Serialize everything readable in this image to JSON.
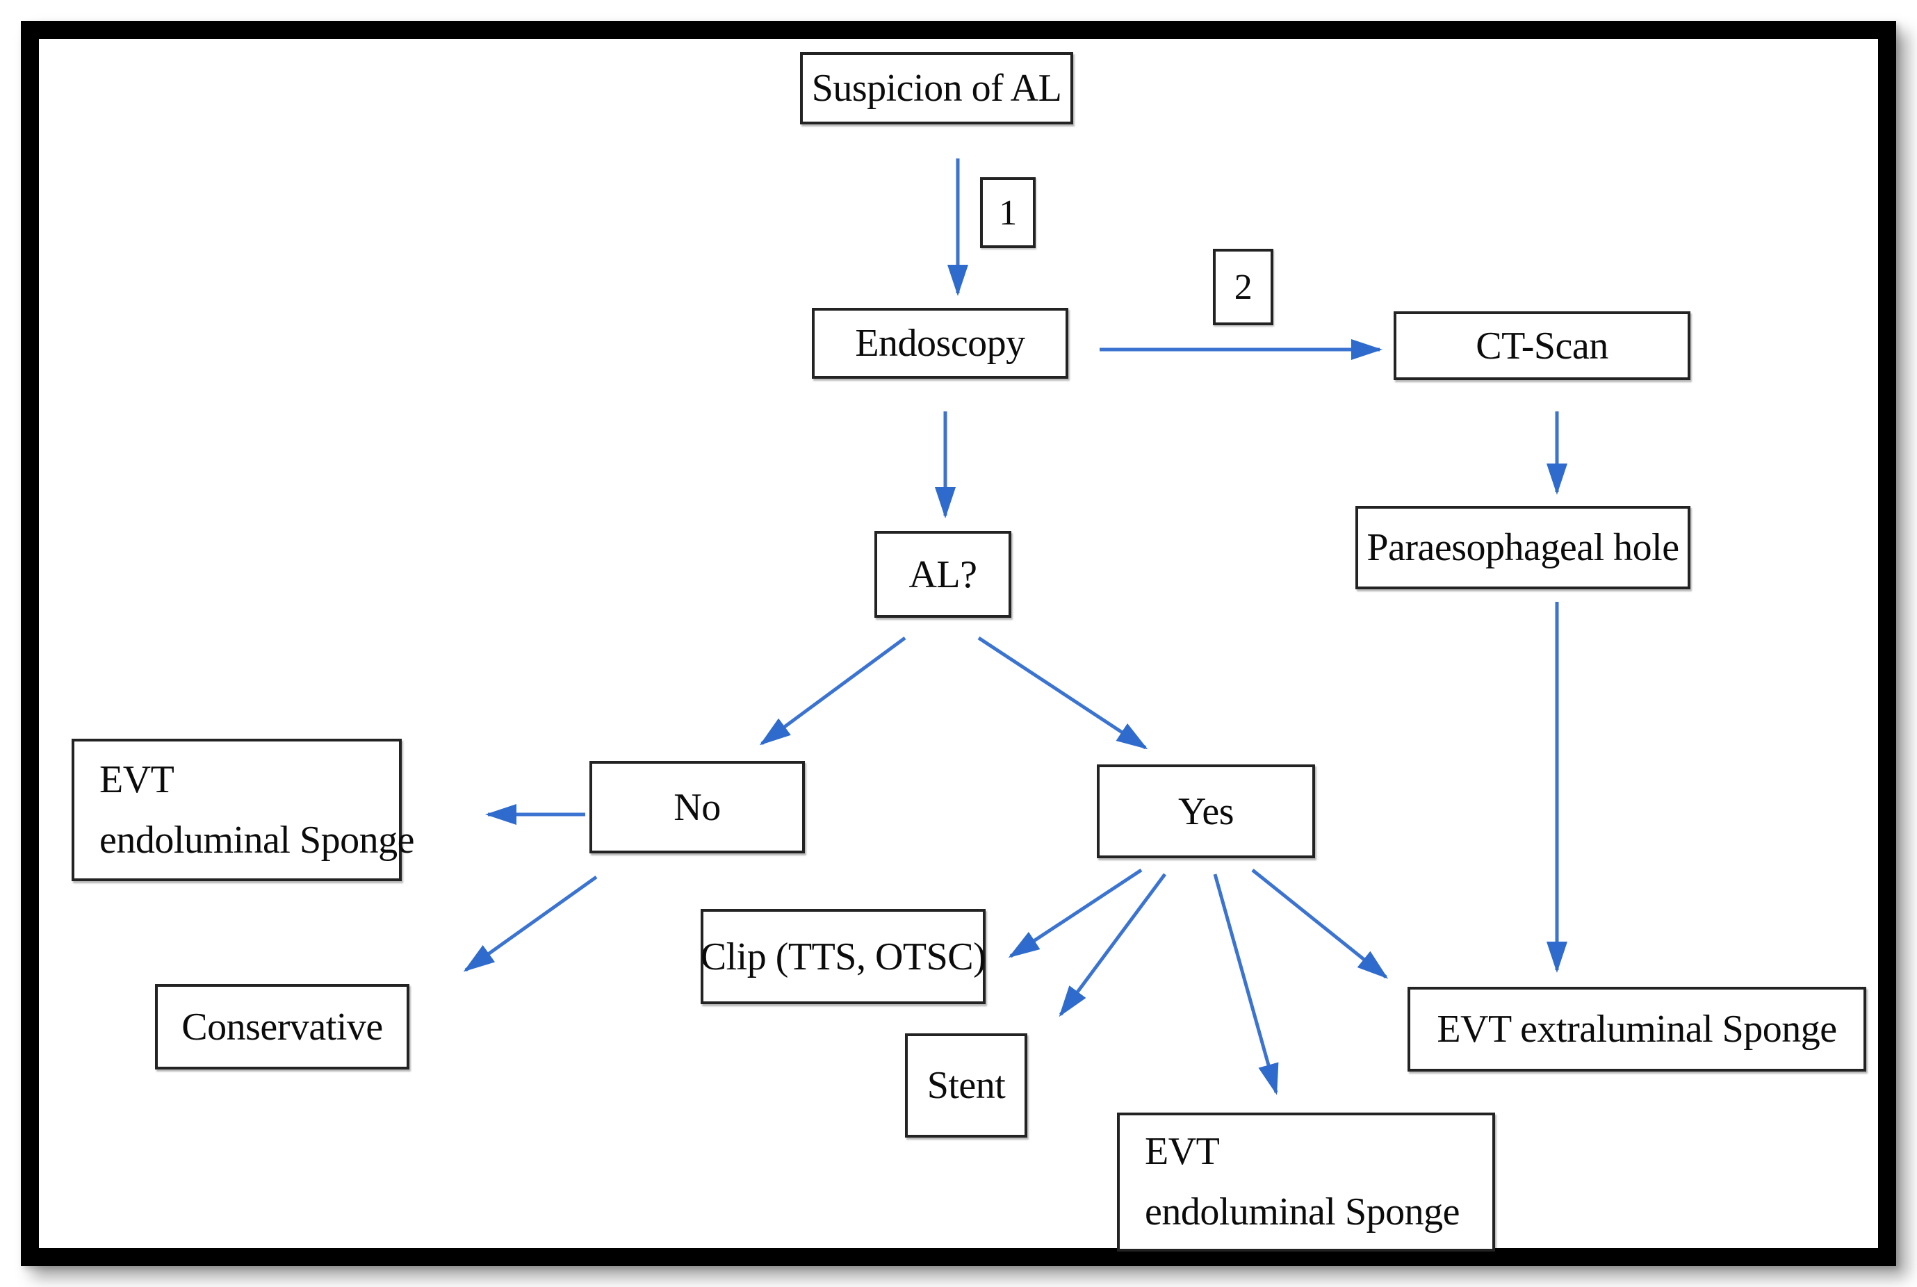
{
  "figure": {
    "type": "flowchart",
    "background_color": "#ffffff",
    "frame_color": "#000000",
    "arrow_color": "#3b73d1",
    "box_border_color": "#232323",
    "text_color": "#0b0b0b"
  },
  "nodes": {
    "suspicion": {
      "label": "Suspicion of AL"
    },
    "step1": {
      "label": "1"
    },
    "endoscopy": {
      "label": "Endoscopy"
    },
    "step2": {
      "label": "2"
    },
    "ctscan": {
      "label": "CT-Scan"
    },
    "paraesophageal": {
      "label": "Paraesophageal hole"
    },
    "al_question": {
      "label": "AL?"
    },
    "no": {
      "label": "No"
    },
    "yes": {
      "label": "Yes"
    },
    "evt_endoluminal_left": {
      "line1": "EVT",
      "line2": "endoluminal Sponge"
    },
    "conservative": {
      "label": "Conservative"
    },
    "clip": {
      "label": "Clip (TTS, OTSC)"
    },
    "stent": {
      "label": "Stent"
    },
    "evt_endoluminal_bottom": {
      "line1": "EVT",
      "line2": "endoluminal Sponge"
    },
    "evt_extraluminal": {
      "label": "EVT extraluminal Sponge"
    }
  },
  "edges": [
    {
      "from": "Suspicion of AL",
      "to": "Endoscopy",
      "label": "1"
    },
    {
      "from": "Endoscopy",
      "to": "CT-Scan",
      "label": "2"
    },
    {
      "from": "Endoscopy",
      "to": "AL?",
      "label": ""
    },
    {
      "from": "CT-Scan",
      "to": "Paraesophageal hole",
      "label": ""
    },
    {
      "from": "Paraesophageal hole",
      "to": "EVT extraluminal Sponge",
      "label": ""
    },
    {
      "from": "AL?",
      "to": "No",
      "label": ""
    },
    {
      "from": "AL?",
      "to": "Yes",
      "label": ""
    },
    {
      "from": "No",
      "to": "EVT endoluminal Sponge",
      "label": ""
    },
    {
      "from": "No",
      "to": "Conservative",
      "label": ""
    },
    {
      "from": "Yes",
      "to": "Clip (TTS, OTSC)",
      "label": ""
    },
    {
      "from": "Yes",
      "to": "Stent",
      "label": ""
    },
    {
      "from": "Yes",
      "to": "EVT endoluminal Sponge",
      "label": ""
    },
    {
      "from": "Yes",
      "to": "EVT extraluminal Sponge",
      "label": ""
    }
  ]
}
